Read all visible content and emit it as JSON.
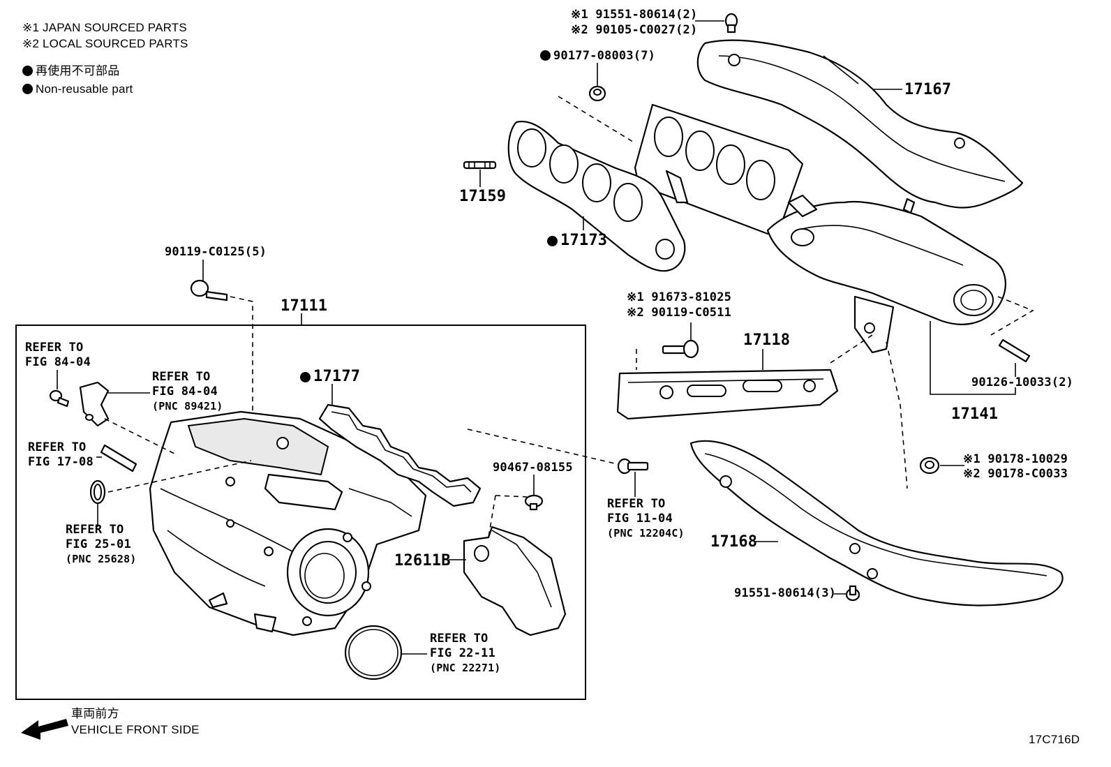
{
  "notes": {
    "japan": "※1 JAPAN SOURCED PARTS",
    "local": "※2 LOCAL SOURCED PARTS",
    "nonreusable_jp": "再使用不可部品",
    "nonreusable_en": "Non-reusable part"
  },
  "labels": {
    "p17167": "17167",
    "p17159": "17159",
    "p17173": "17173",
    "p17111": "17111",
    "p17177": "17177",
    "p17118": "17118",
    "p17141": "17141",
    "p17168": "17168",
    "p12611B": "12611B",
    "b90119_C0125": "90119-C0125(5)",
    "b90177_08003": "90177-08003(7)",
    "b91551_80614_top_1": "※1 91551-80614(2)",
    "b91551_80614_top_2": "※2 90105-C0027(2)",
    "b91673_1": "※1 91673-81025",
    "b91673_2": "※2 90119-C0511",
    "b90126": "90126-10033(2)",
    "b90178_1": "※1 90178-10029",
    "b90178_2": "※2 90178-C0033",
    "b91551_80614_3": "91551-80614(3)",
    "b90467": "90467-08155",
    "ref_a_1": "REFER TO",
    "ref_a_2": "FIG 84-04",
    "ref_b_1": "REFER TO",
    "ref_b_2": "FIG 84-04",
    "ref_b_3": "(PNC 89421)",
    "ref_c_1": "REFER TO",
    "ref_c_2": "FIG 17-08",
    "ref_d_1": "REFER TO",
    "ref_d_2": "FIG 25-01",
    "ref_d_3": "(PNC 25628)",
    "ref_e_1": "REFER TO",
    "ref_e_2": "FIG 11-04",
    "ref_e_3": "(PNC 12204C)",
    "ref_f_1": "REFER TO",
    "ref_f_2": "FIG 22-11",
    "ref_f_3": "(PNC 22271)"
  },
  "footer": {
    "front_jp": "車両前方",
    "front_en": "VEHICLE FRONT SIDE",
    "figure_code": "17C716D"
  },
  "icons": {
    "bullet": "filled-circle",
    "arrow": "front-arrow"
  }
}
